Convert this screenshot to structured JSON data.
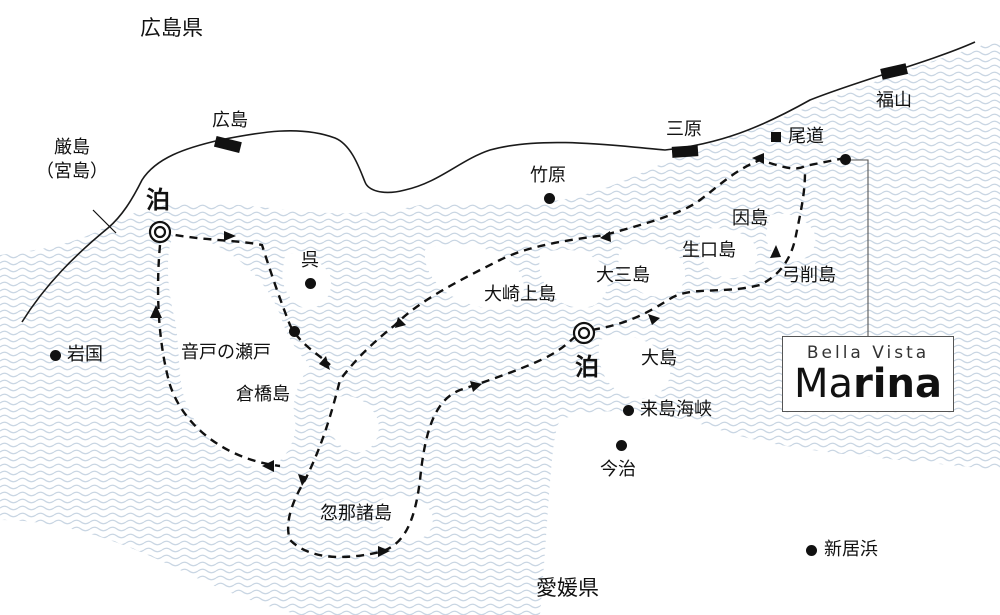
{
  "map": {
    "prefectures": {
      "hiroshima": "広島県",
      "ehime": "愛媛県"
    },
    "stations": {
      "hiroshima": "広島",
      "mihara": "三原",
      "onomichi": "尾道",
      "fukuyama": "福山"
    },
    "itsukushima": {
      "line1": "厳島",
      "line2": "（宮島）"
    },
    "places": {
      "kure": "呉",
      "takehara": "竹原",
      "iwakuni": "岩国",
      "ondo_no_seto": "音戸の瀬戸",
      "kurahashi": "倉橋島",
      "kutsuna": "忽那諸島",
      "osakikamijima": "大崎上島",
      "omishima": "大三島",
      "oshima": "大島",
      "innoshima": "因島",
      "ikuchijima": "生口島",
      "yugeshima": "弓削島",
      "kurushima": "来島海峡",
      "imabari": "今治",
      "niihama": "新居浜"
    },
    "overnight_stops": {
      "west": "泊",
      "east": "泊"
    },
    "marina": {
      "sub": "Bella Vista",
      "name_prefix": "Ma",
      "name_suffix": "rina"
    },
    "colors": {
      "sea_waves": "#c9d6e3",
      "coast": "#1a1a1a",
      "route": "#111111"
    }
  }
}
